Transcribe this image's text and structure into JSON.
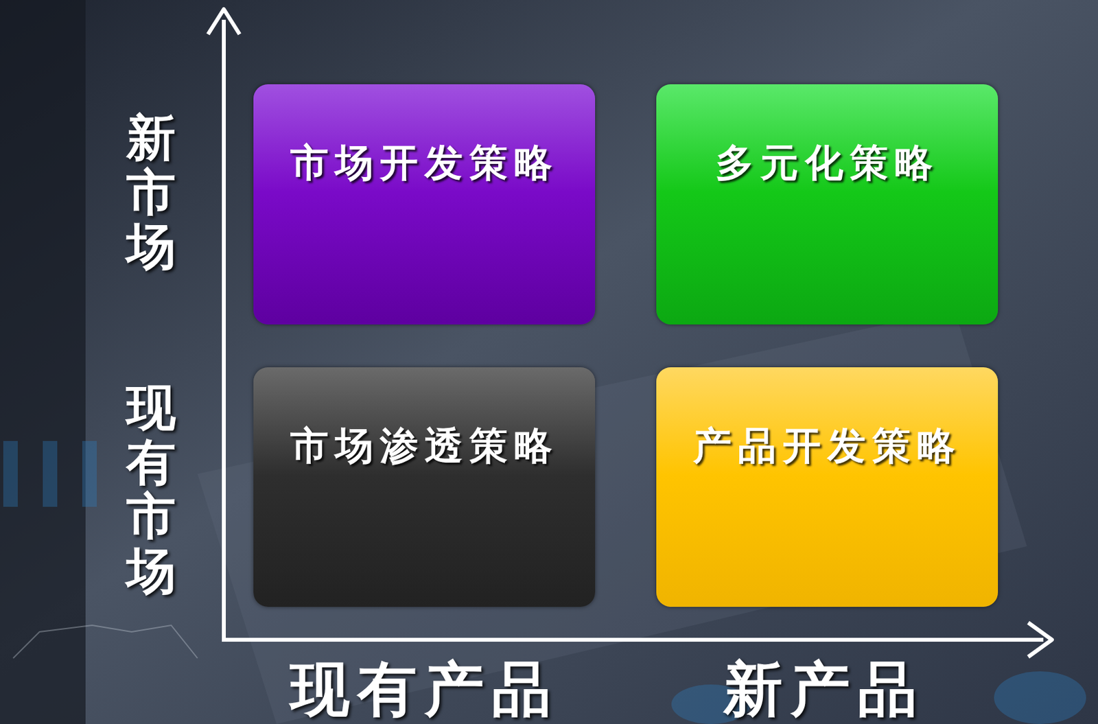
{
  "diagram": {
    "nodes": [
      {
        "text": [
          "市场开发策略"
        ]
      },
      {
        "text": [
          "多元化策略"
        ]
      },
      {
        "text": [
          "市场渗透策略"
        ]
      },
      {
        "text": [
          "产品开发策略"
        ]
      }
    ],
    "labels": [
      "新市场",
      "现有市场",
      "现有产品",
      "新产品"
    ]
  }
}
